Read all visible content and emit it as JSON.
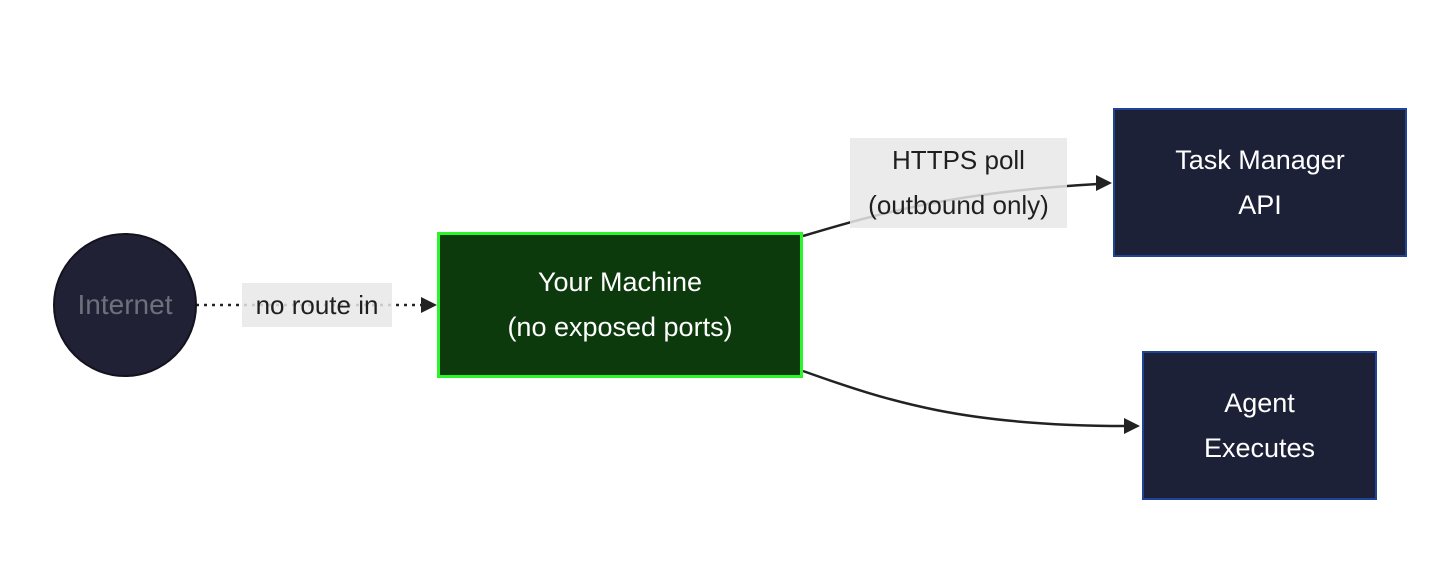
{
  "diagram": {
    "type": "flowchart",
    "background": "#ffffff",
    "nodes": [
      {
        "id": "internet",
        "shape": "circle",
        "label": "Internet",
        "fill": "#212135",
        "border": "#14121f",
        "text_color": "#70707c"
      },
      {
        "id": "your-machine",
        "shape": "rect",
        "lines": [
          "Your Machine",
          "(no exposed ports)"
        ],
        "fill": "#0c3a0c",
        "border": "#2bf42b",
        "text_color": "#ffffff"
      },
      {
        "id": "task-manager-api",
        "shape": "rect",
        "lines": [
          "Task Manager",
          "API"
        ],
        "fill": "#1d2138",
        "border": "#1f4496",
        "text_color": "#ffffff"
      },
      {
        "id": "agent-executes",
        "shape": "rect",
        "lines": [
          "Agent",
          "Executes"
        ],
        "fill": "#1d2138",
        "border": "#1f4496",
        "text_color": "#ffffff"
      }
    ],
    "edges": [
      {
        "from": "internet",
        "to": "your-machine",
        "style": "dotted",
        "label": "no route in"
      },
      {
        "from": "your-machine",
        "to": "task-manager-api",
        "style": "solid",
        "lines": [
          "HTTPS poll",
          "(outbound only)"
        ]
      },
      {
        "from": "your-machine",
        "to": "agent-executes",
        "style": "solid",
        "label": ""
      }
    ],
    "colors": {
      "edge_stroke": "#222222",
      "edge_label_bg": "#e7e7e7",
      "edge_label_text": "#1f1f1f"
    }
  }
}
